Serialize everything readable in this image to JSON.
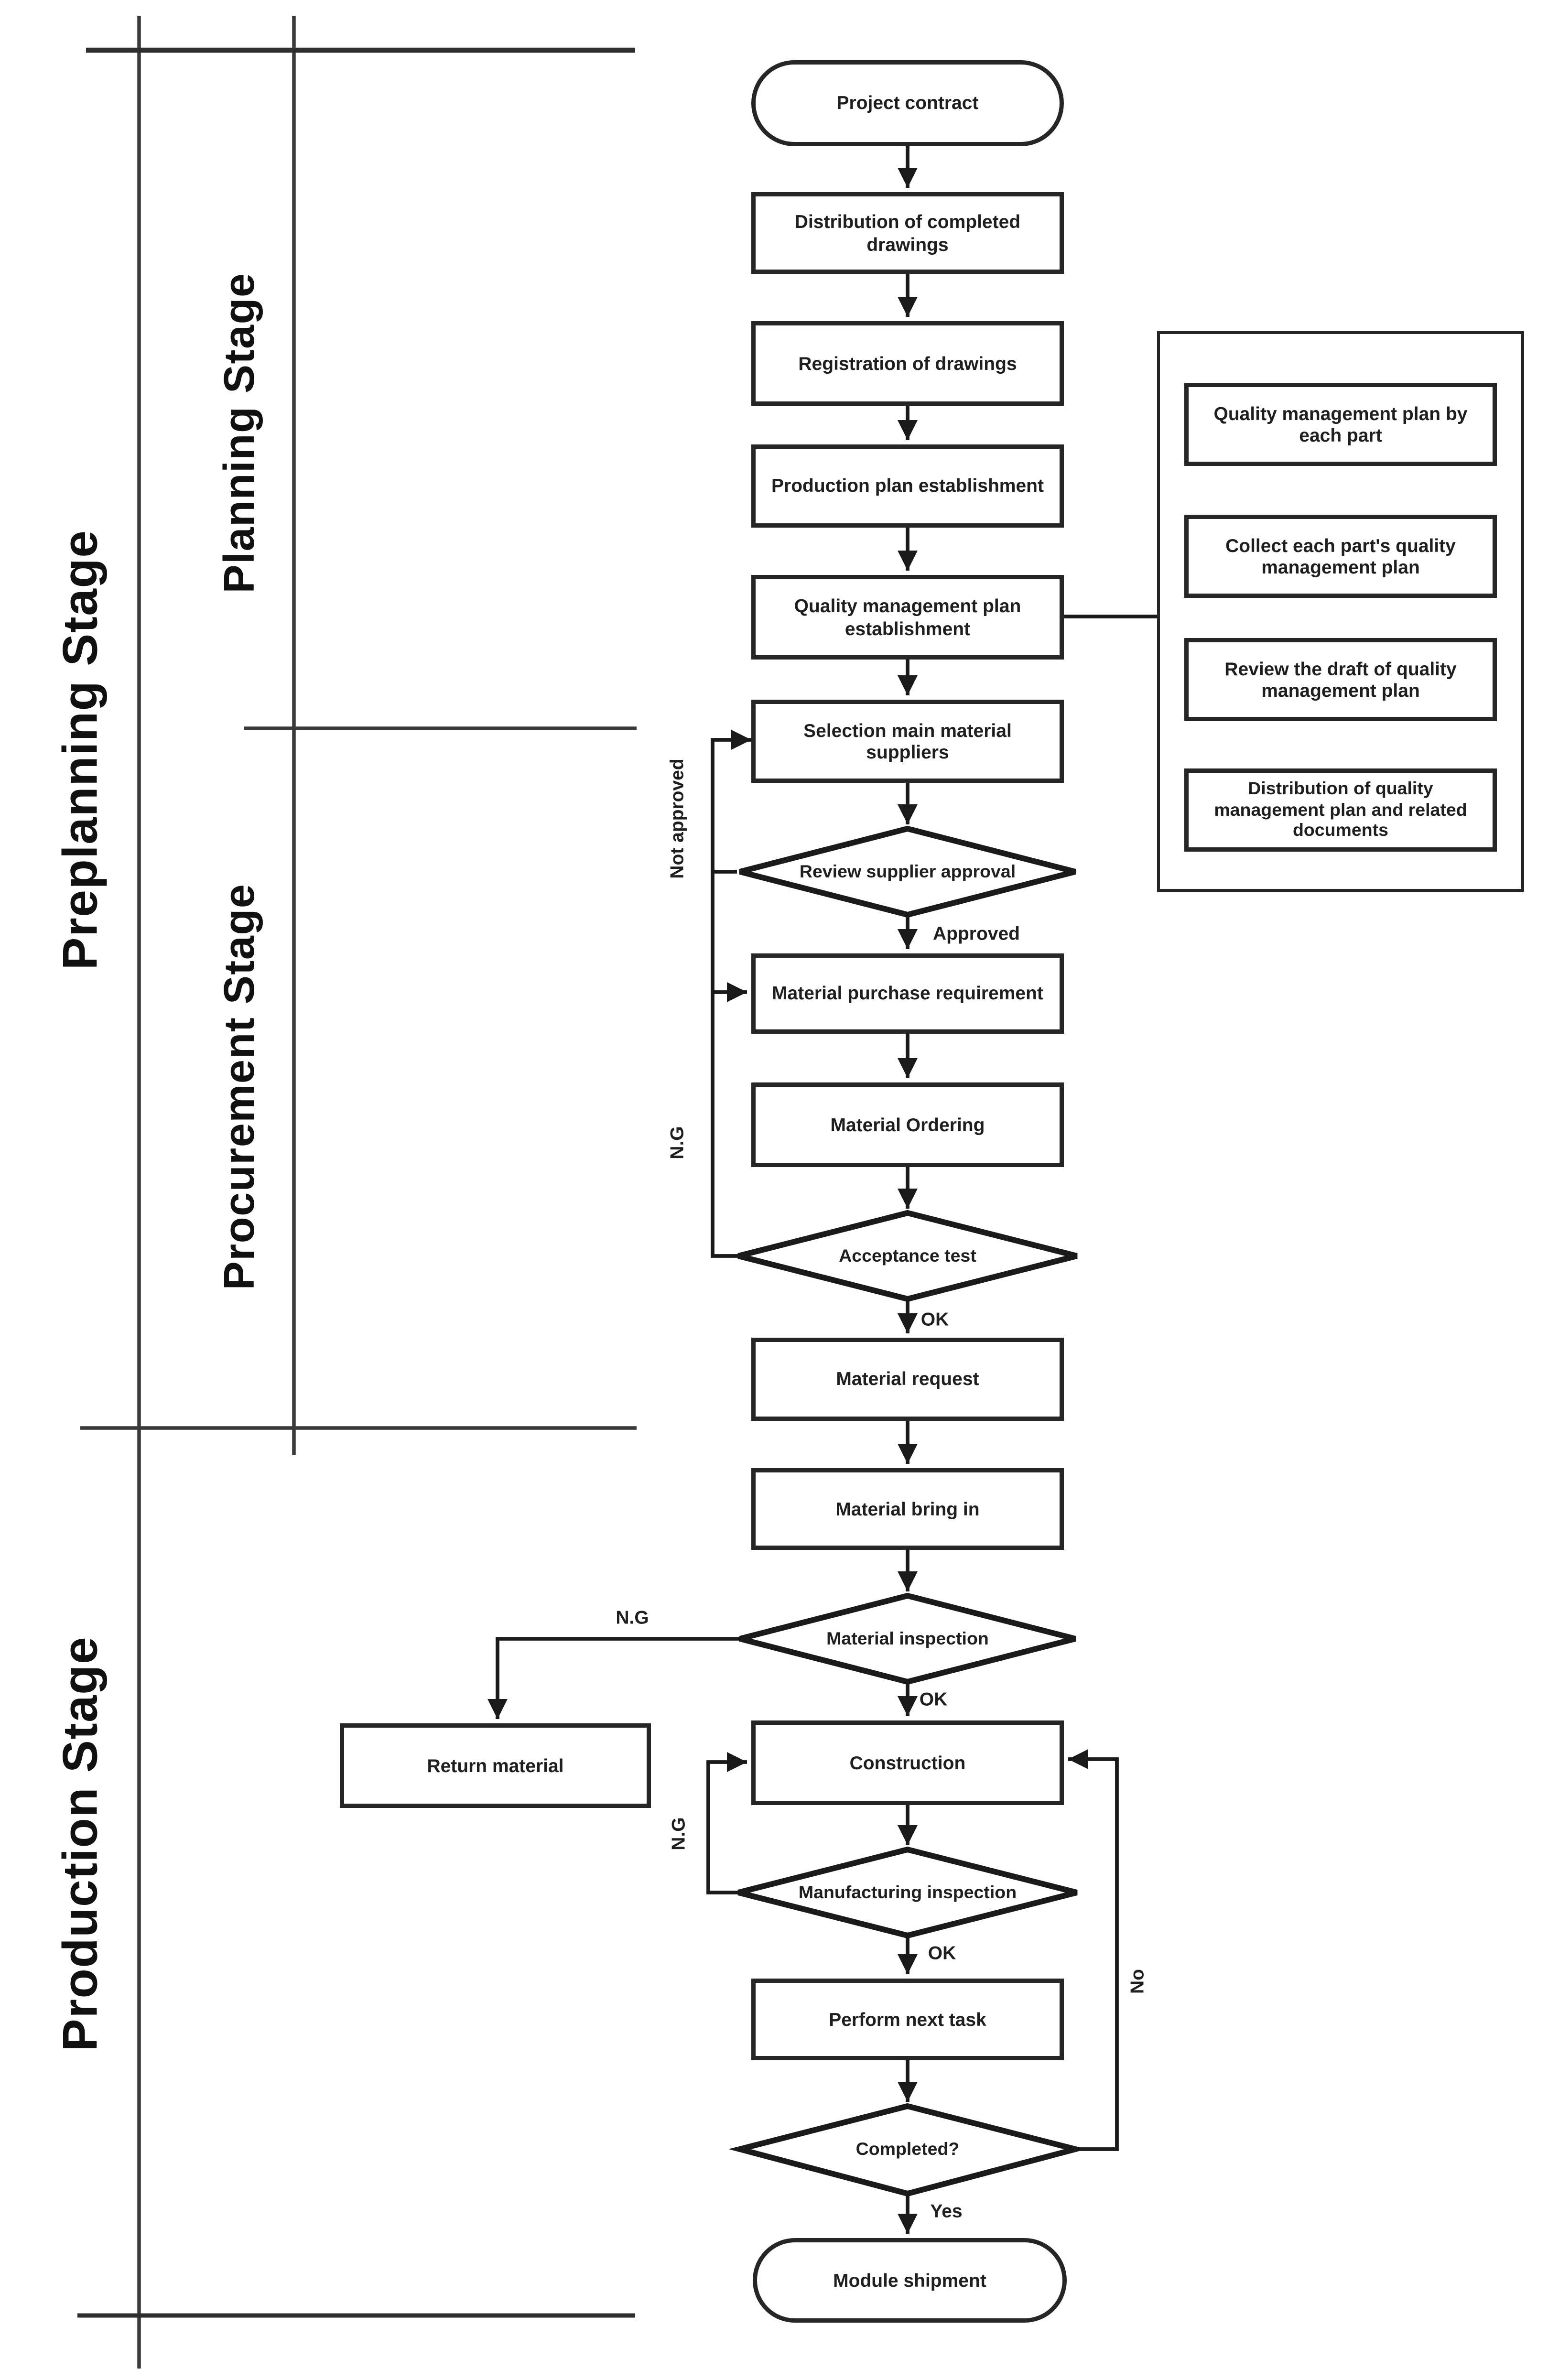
{
  "stages": {
    "preplanning": "Preplanning Stage",
    "planning": "Planning Stage",
    "procurement": "Procurement Stage",
    "production": "Production Stage"
  },
  "flow": {
    "project_contract": "Project contract",
    "distribution_drawings": "Distribution of completed drawings",
    "registration_drawings": "Registration of drawings",
    "production_plan": "Production plan establishment",
    "quality_plan": "Quality management plan establishment",
    "selection_suppliers": "Selection main material suppliers",
    "review_supplier": "Review supplier approval",
    "material_purchase": "Material purchase requirement",
    "material_ordering": "Material Ordering",
    "acceptance_test": "Acceptance test",
    "material_request": "Material request",
    "material_bring_in": "Material bring in",
    "material_inspection": "Material inspection",
    "return_material": "Return material",
    "construction": "Construction",
    "manufacturing_inspection": "Manufacturing inspection",
    "perform_next_task": "Perform next task",
    "completed": "Completed?",
    "module_shipment": "Module shipment"
  },
  "side_panel": {
    "box1": "Quality management plan by each part",
    "box2": "Collect each part's quality management plan",
    "box3": "Review the draft of quality management plan",
    "box4": "Distribution of quality management plan and related documents"
  },
  "edge_labels": {
    "approved": "Approved",
    "not_approved": "Not approved",
    "ok_acceptance": "OK",
    "ok_material": "OK",
    "ok_manufacturing": "OK",
    "ng_acceptance": "N.G",
    "ng_material": "N.G",
    "ng_manufacturing": "N.G",
    "yes": "Yes",
    "no": "No"
  },
  "colors": {
    "line": "#1a1a1a",
    "divider": "#3a3a3a",
    "background": "#ffffff",
    "text": "#1f1f1f"
  }
}
